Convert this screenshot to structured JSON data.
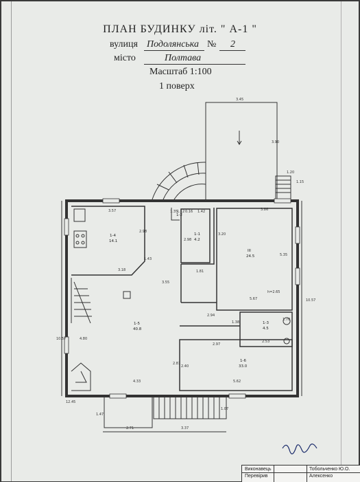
{
  "header": {
    "title": "ПЛАН БУДИНКУ літ. \" А-1 \"",
    "street_label": "вулиця",
    "street_value": "Подолянська",
    "number_label": "№",
    "number_value": "2",
    "city_label": "місто",
    "city_value": "Полтава",
    "scale": "Масштаб 1:100",
    "floor": "1 поверх"
  },
  "plan": {
    "rooms": [
      {
        "id": "1-4",
        "area": "14.1"
      },
      {
        "id": "1-1",
        "area": "4.2"
      },
      {
        "id": "III",
        "area": "24.5"
      },
      {
        "id": "1-5",
        "area": "40.8"
      },
      {
        "id": "1-3",
        "area": "4.5"
      },
      {
        "id": "1-6",
        "area": "33.0"
      },
      {
        "id": "1-2",
        "area": ""
      }
    ],
    "dimensions": [
      "3.45",
      "3.90",
      "1.20",
      "1.15",
      "3.57",
      "1.35",
      "1.12",
      "0.16",
      "1.42",
      "3.86",
      "2.98",
      "2.98",
      "3.20",
      "5.35",
      "1.81",
      "5.67",
      "h=2.65",
      "3.18",
      "3.55",
      "1.43",
      "2.94",
      "1.38",
      "1.70",
      "2.53",
      "2.97",
      "10.57",
      "4.80",
      "10.57",
      "2.81",
      "2.40",
      "4.33",
      "5.62",
      "12.45",
      "1.47",
      "2.71",
      "3.37",
      "1.07"
    ]
  },
  "stamp": {
    "executor_label": "Виконавець",
    "checked_label": "Перевірив",
    "executor_name": "Тобольченко Ю.О.",
    "checked_name": "Алексенко"
  }
}
